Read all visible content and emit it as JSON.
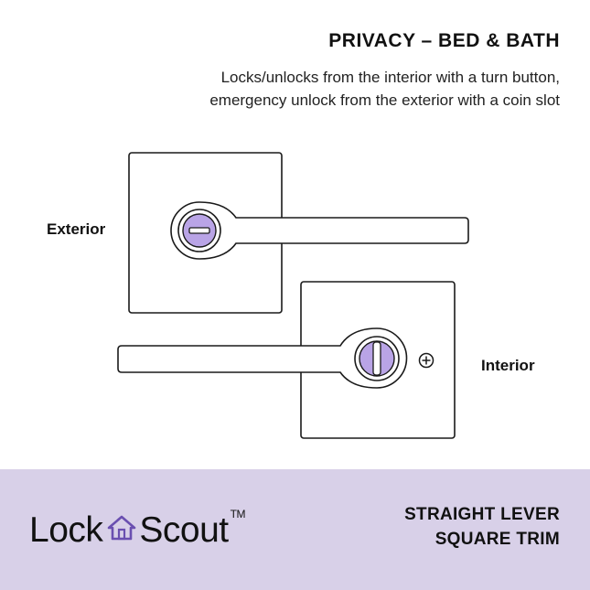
{
  "header": {
    "title": "PRIVACY – BED & BATH",
    "description_line1": "Locks/unlocks from the interior with a turn button,",
    "description_line2": "emergency unlock from the exterior with a coin slot"
  },
  "labels": {
    "exterior": "Exterior",
    "interior": "Interior"
  },
  "footer": {
    "brand_word1": "Lock",
    "brand_word2": "Scout",
    "trademark": "TM",
    "tagline_line1": "STRAIGHT LEVER",
    "tagline_line2": "SQUARE TRIM",
    "background_color": "#d8d0e8"
  },
  "colors": {
    "accent_purple": "#b9a4e6",
    "line": "#1a1a1a",
    "brand_icon": "#6a4fb0"
  },
  "icons": {
    "coin_slot": "coin-slot-icon",
    "turn_button": "turn-button-icon",
    "screw": "screw-icon",
    "house": "house-icon"
  }
}
